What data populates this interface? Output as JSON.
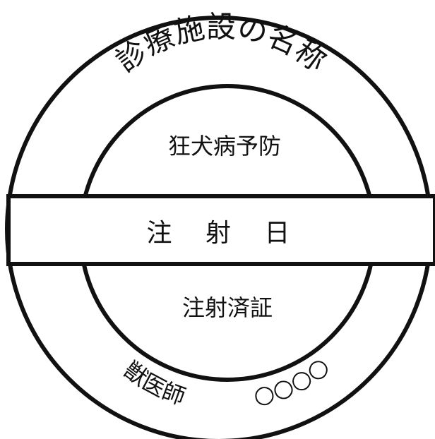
{
  "stamp": {
    "facility_name": "診療施設の名称",
    "top_text": "狂犬病予防",
    "band_text": "注 射 日",
    "bottom_text": "注射済証",
    "vet_label": "獣医師",
    "seal_placeholder": "○○○○",
    "colors": {
      "stroke": "#111111",
      "background": "#ffffff"
    }
  }
}
